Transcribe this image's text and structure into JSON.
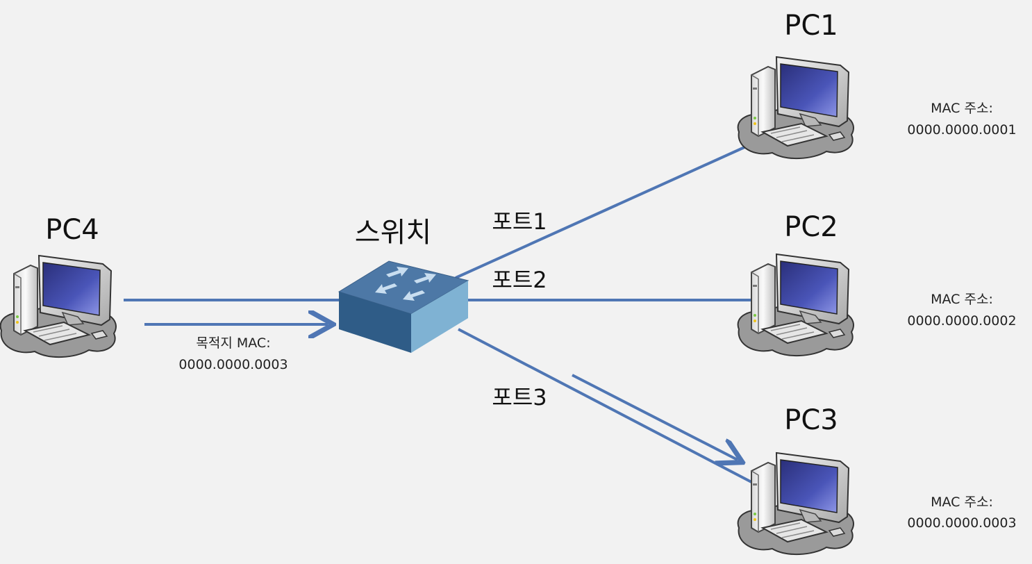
{
  "switch": {
    "label": "스위치"
  },
  "ports": [
    {
      "label": "포트1"
    },
    {
      "label": "포트2"
    },
    {
      "label": "포트3"
    }
  ],
  "pcs": {
    "pc1": {
      "label": "PC1",
      "mac_label": "MAC 주소:",
      "mac": "0000.0000.0001"
    },
    "pc2": {
      "label": "PC2",
      "mac_label": "MAC 주소:",
      "mac": "0000.0000.0002"
    },
    "pc3": {
      "label": "PC3",
      "mac_label": "MAC 주소:",
      "mac": "0000.0000.0003"
    },
    "pc4": {
      "label": "PC4"
    }
  },
  "frame": {
    "dest_label": "목적지 MAC:",
    "dest_mac": "0000.0000.0003"
  },
  "colors": {
    "link": "#4f76b4",
    "switch_top": "#4d78a6",
    "switch_front": "#3a6690",
    "switch_side": "#7fb2d3",
    "background": "#f2f2f2"
  },
  "icons": {
    "computer": "desktop-computer-icon",
    "switch": "network-switch-icon"
  }
}
